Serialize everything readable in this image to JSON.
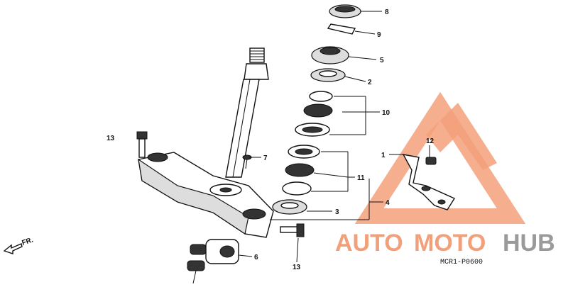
{
  "diagram": {
    "callouts": {
      "c1": "1",
      "c2": "2",
      "c3": "3",
      "c4": "4",
      "c5": "5",
      "c6": "6",
      "c7": "7",
      "c8": "8",
      "c9": "9",
      "c10": "10",
      "c11": "11",
      "c12": "12",
      "c13a": "13",
      "c13b": "13"
    },
    "direction_label": "FR.",
    "diagram_code": "MCR1-P0600"
  },
  "watermark": {
    "part1": "AUTO",
    "part2": "MOTO",
    "part3": "HUB",
    "accent_color": "#f3a07a",
    "secondary_color": "#9a9a9a"
  }
}
